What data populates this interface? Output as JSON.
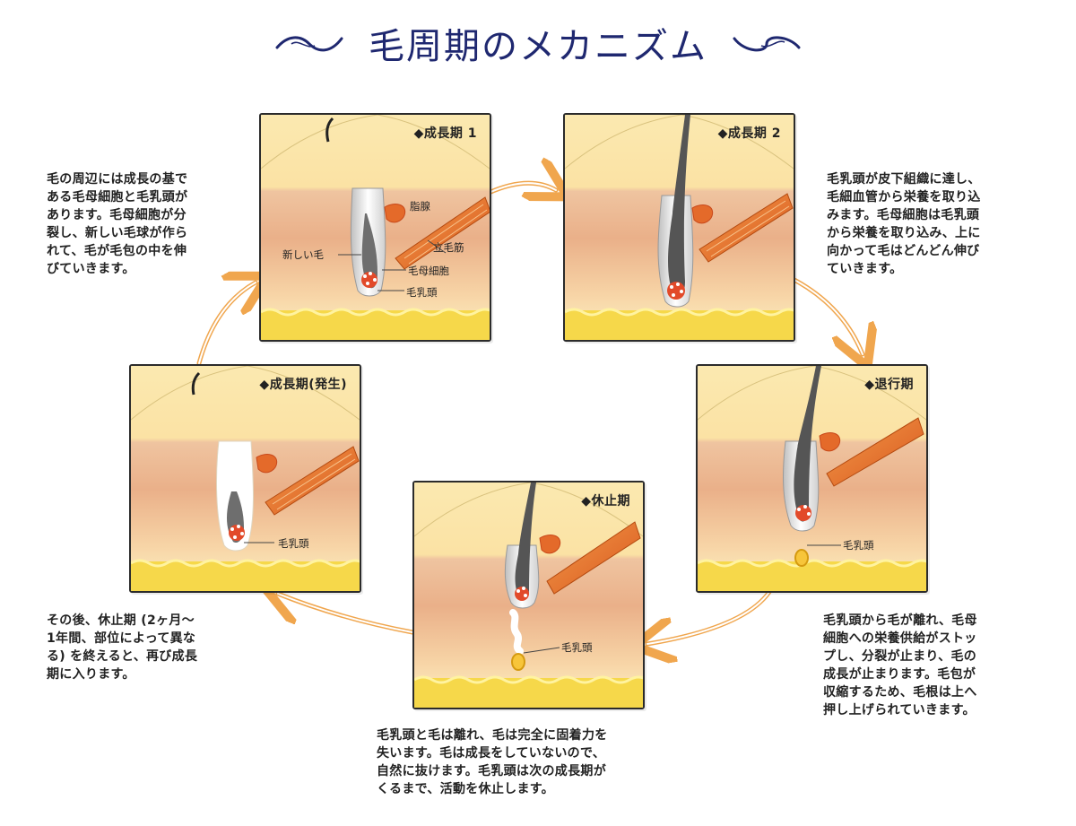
{
  "title": "毛周期のメカニズム",
  "colors": {
    "title": "#1f2870",
    "arrow": "#f0a64e",
    "skin_top": "#fbe6a6",
    "skin_mid": "#eab089",
    "fat_band": "#f6d84a",
    "muscle": "#e8782e",
    "gland": "#e46a2a"
  },
  "stages": [
    {
      "id": "growth1",
      "label": "◆成長期 1",
      "parts": [
        "脂腺",
        "立毛筋",
        "新しい毛",
        "毛母細胞",
        "毛乳頭"
      ],
      "description": "毛の周辺には成長の基で\nある毛母細胞と毛乳頭が\nあります。毛母細胞が分\n裂し、新しい毛球が作ら\nれて、毛が毛包の中を伸\nびていきます。"
    },
    {
      "id": "growth2",
      "label": "◆成長期 2",
      "parts": [],
      "description": "毛乳頭が皮下組織に達し、\n毛細血管から栄養を取り込\nみます。毛母細胞は毛乳頭\nから栄養を取り込み、上に\n向かって毛はどんどん伸び\nていきます。"
    },
    {
      "id": "catagen",
      "label": "◆退行期",
      "parts": [
        "毛乳頭"
      ],
      "description": "毛乳頭から毛が離れ、毛母\n細胞への栄養供給がストッ\nプし、分裂が止まり、毛の\n成長が止まります。毛包が\n収縮するため、毛根は上へ\n押し上げられていきます。"
    },
    {
      "id": "telogen",
      "label": "◆休止期",
      "parts": [
        "毛乳頭"
      ],
      "description": "毛乳頭と毛は離れ、毛は完全に固着力を\n失います。毛は成長をしていないので、\n自然に抜けます。毛乳頭は次の成長期が\nくるまで、活動を休止します。"
    },
    {
      "id": "anagen_start",
      "label": "◆成長期(発生)",
      "parts": [
        "毛乳頭"
      ],
      "description": "その後、休止期 (2ヶ月～\n1年間、部位によって異な\nる) を終えると、再び成長\n期に入ります。"
    }
  ]
}
